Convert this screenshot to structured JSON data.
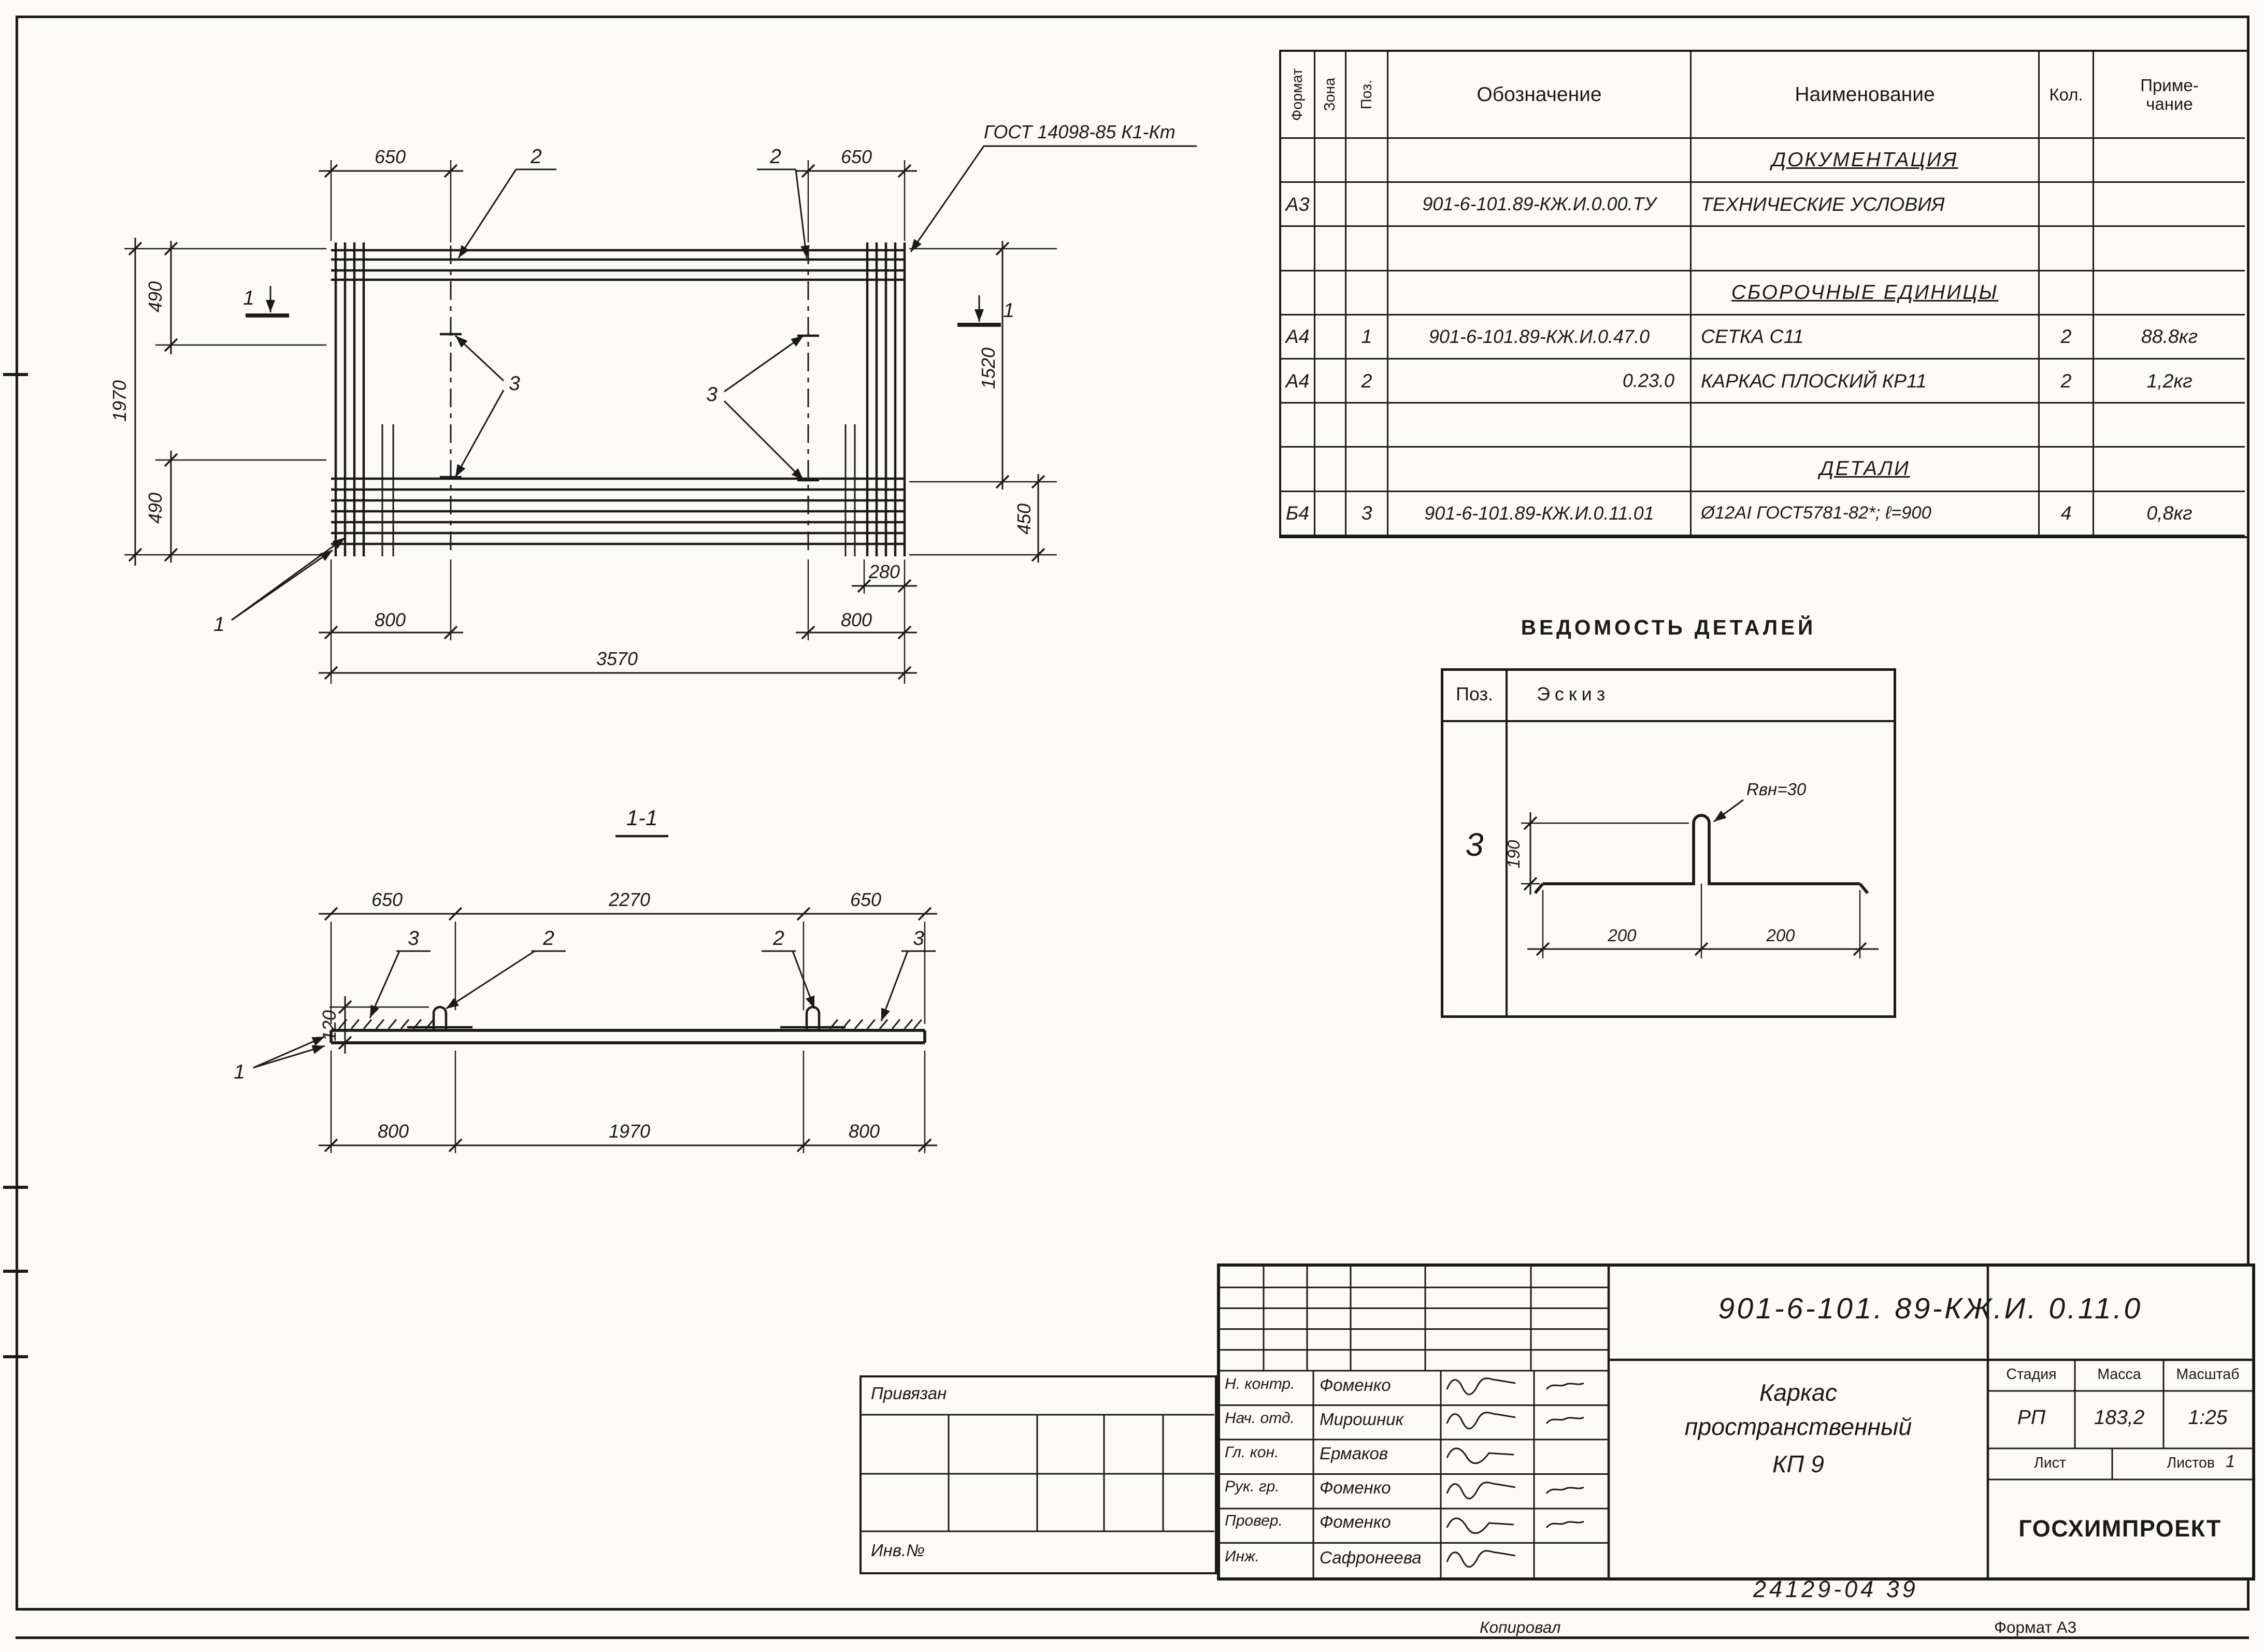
{
  "sheet": {
    "stamp_note": "24129-04   39",
    "copied_label": "Копировал",
    "format_label": "Формат А3"
  },
  "spec_table": {
    "headers": {
      "format": "Формат",
      "zone": "Зона",
      "pos": "Поз.",
      "designation": "Обозначение",
      "name": "Наименование",
      "qty": "Кол.",
      "note_line1": "Приме-",
      "note_line2": "чание"
    },
    "rows": [
      {
        "format": "",
        "zone": "",
        "pos": "",
        "designation": "",
        "name": "ДОКУМЕНТАЦИЯ",
        "qty": "",
        "note": "",
        "section": true
      },
      {
        "format": "А3",
        "zone": "",
        "pos": "",
        "designation": "901-6-101.89-КЖ.И.0.00.ТУ",
        "name": "ТЕХНИЧЕСКИЕ УСЛОВИЯ",
        "qty": "",
        "note": "",
        "section": false
      },
      {
        "format": "",
        "zone": "",
        "pos": "",
        "designation": "",
        "name": "",
        "qty": "",
        "note": "",
        "section": false
      },
      {
        "format": "",
        "zone": "",
        "pos": "",
        "designation": "",
        "name": "СБОРОЧНЫЕ ЕДИНИЦЫ",
        "qty": "",
        "note": "",
        "section": true
      },
      {
        "format": "А4",
        "zone": "",
        "pos": "1",
        "designation": "901-6-101.89-КЖ.И.0.47.0",
        "name": "СЕТКА  С11",
        "qty": "2",
        "note": "88.8кг",
        "section": false
      },
      {
        "format": "А4",
        "zone": "",
        "pos": "2",
        "designation": "0.23.0",
        "name": "КАРКАС ПЛОСКИЙ  КР11",
        "qty": "2",
        "note": "1,2кг",
        "section": false
      },
      {
        "format": "",
        "zone": "",
        "pos": "",
        "designation": "",
        "name": "",
        "qty": "",
        "note": "",
        "section": false
      },
      {
        "format": "",
        "zone": "",
        "pos": "",
        "designation": "",
        "name": "ДЕТАЛИ",
        "qty": "",
        "note": "",
        "section": true
      },
      {
        "format": "Б4",
        "zone": "",
        "pos": "3",
        "designation": "901-6-101.89-КЖ.И.0.11.01",
        "name": "Ø12АI ГОСТ5781-82*; ℓ=900",
        "qty": "4",
        "note": "0,8кг",
        "section": false
      }
    ]
  },
  "plan_view": {
    "gost_note": "ГОСТ 14098-85 К1-Кт",
    "section_mark": "1",
    "callout_frame": "2",
    "callout_detail": "3",
    "callout_mesh": "1",
    "dim_650_left": "650",
    "dim_650_right": "650",
    "dim_490_top": "490",
    "dim_1970": "1970",
    "dim_490_bottom": "490",
    "dim_1520": "1520",
    "dim_450": "450",
    "dim_280": "280",
    "dim_800_left": "800",
    "dim_800_right": "800",
    "dim_3570": "3570"
  },
  "section_view": {
    "title": "1-1",
    "dim_650_left": "650",
    "dim_2270": "2270",
    "dim_650_right": "650",
    "callout_detail": "3",
    "callout_frame": "2",
    "callout_mesh": "1",
    "dim_120": "120",
    "dim_800_left": "800",
    "dim_1970": "1970",
    "dim_800_right": "800"
  },
  "parts_list": {
    "title": "ВЕДОМОСТЬ  ДЕТАЛЕЙ",
    "pos_header": "Поз.",
    "sketch_header": "Эскиз",
    "row_pos": "3",
    "radius_label": "Rвн=30",
    "dim_190": "190",
    "dim_200_left": "200",
    "dim_200_right": "200"
  },
  "title_block": {
    "doc_number": "901-6-101. 89-КЖ.И. 0.11.0",
    "product_line1": "Каркас",
    "product_line2": "пространственный",
    "product_line3": "КП 9",
    "stage_label": "Стадия",
    "mass_label": "Масса",
    "scale_label": "Масштаб",
    "stage": "РП",
    "mass": "183,2",
    "scale": "1:25",
    "sheet_label": "Лист",
    "sheets_label": "Листов",
    "sheets_value": "1",
    "organization": "ГОСХИМПРОЕКТ",
    "signatures": [
      {
        "role": "Н. контр.",
        "name": "Фоменко"
      },
      {
        "role": "Нач. отд.",
        "name": "Мирошник"
      },
      {
        "role": "Гл. кон.",
        "name": "Ермаков"
      },
      {
        "role": "Рук. гр.",
        "name": "Фоменко"
      },
      {
        "role": "Провер.",
        "name": "Фоменко"
      },
      {
        "role": "Инж.",
        "name": "Сафронеева"
      }
    ],
    "attach_label": "Привязан",
    "inventory_label": "Инв.№"
  }
}
